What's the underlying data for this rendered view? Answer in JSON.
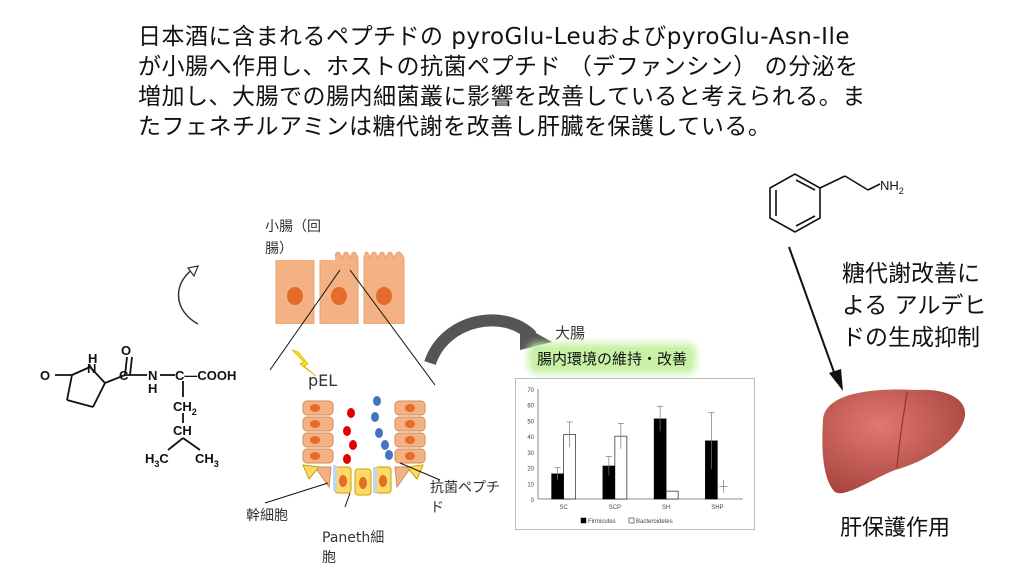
{
  "summary": "日本酒に含まれるペプチドの pyroGlu-LeuおよびpyroGlu-Asn-Ile が小腸へ作用し、ホストの抗菌ペプチド （デファンシン） の分泌を増加し、大腸での腸内細菌叢に影響を改善していると考えられる。またフェネチルアミンは糖代謝を改善し肝臓を保護している。",
  "peptide": {
    "o": "O",
    "h": "H",
    "n": "N",
    "c": "C",
    "nh": "N",
    "h2": "H",
    "cooh": "C—COOH",
    "ch2": "CH",
    "ch2_sub": "2",
    "ch": "CH",
    "h3c": "H",
    "h3c_sub": "3",
    "h3c_c": "C",
    "ch3": "CH",
    "ch3_sub": "3"
  },
  "intestine": {
    "small_intestine_label": "小腸（回腸）",
    "pel_label": "pEL",
    "stem_cell_label": "幹細胞",
    "paneth_label": "Paneth細胞",
    "antimicrobial_label": "抗菌ペプチド"
  },
  "large_intestine": {
    "label": "大腸",
    "caption": "腸内環境の維持・改善"
  },
  "phenethylamine": {
    "nh2": "NH",
    "nh2_sub": "2"
  },
  "right_claim": "糖代謝改善による アルデヒドの生成抑制",
  "liver_label": "肝保護作用",
  "colors": {
    "highlight": "#c8f0a6",
    "liver": "#c55a55",
    "cell": "#f4b183",
    "nucleus": "#e46c2a"
  },
  "chart_data": {
    "type": "bar",
    "categories": [
      "SC",
      "SCP",
      "SH",
      "SHP"
    ],
    "series": [
      {
        "name": "Firmicutes",
        "values": [
          16,
          21,
          51,
          37
        ],
        "errors": [
          4,
          6,
          8,
          18
        ],
        "color": "#000000"
      },
      {
        "name": "Bacteroidetes",
        "values": [
          41,
          40,
          5,
          0
        ],
        "errors": [
          8,
          8,
          0,
          0
        ],
        "color": "#ffffff"
      }
    ],
    "ylim": [
      0,
      70
    ],
    "yticks": [
      "0",
      "10",
      "20",
      "30",
      "40",
      "50",
      "60",
      "70"
    ],
    "legend_position": "bottom",
    "grid": false
  }
}
